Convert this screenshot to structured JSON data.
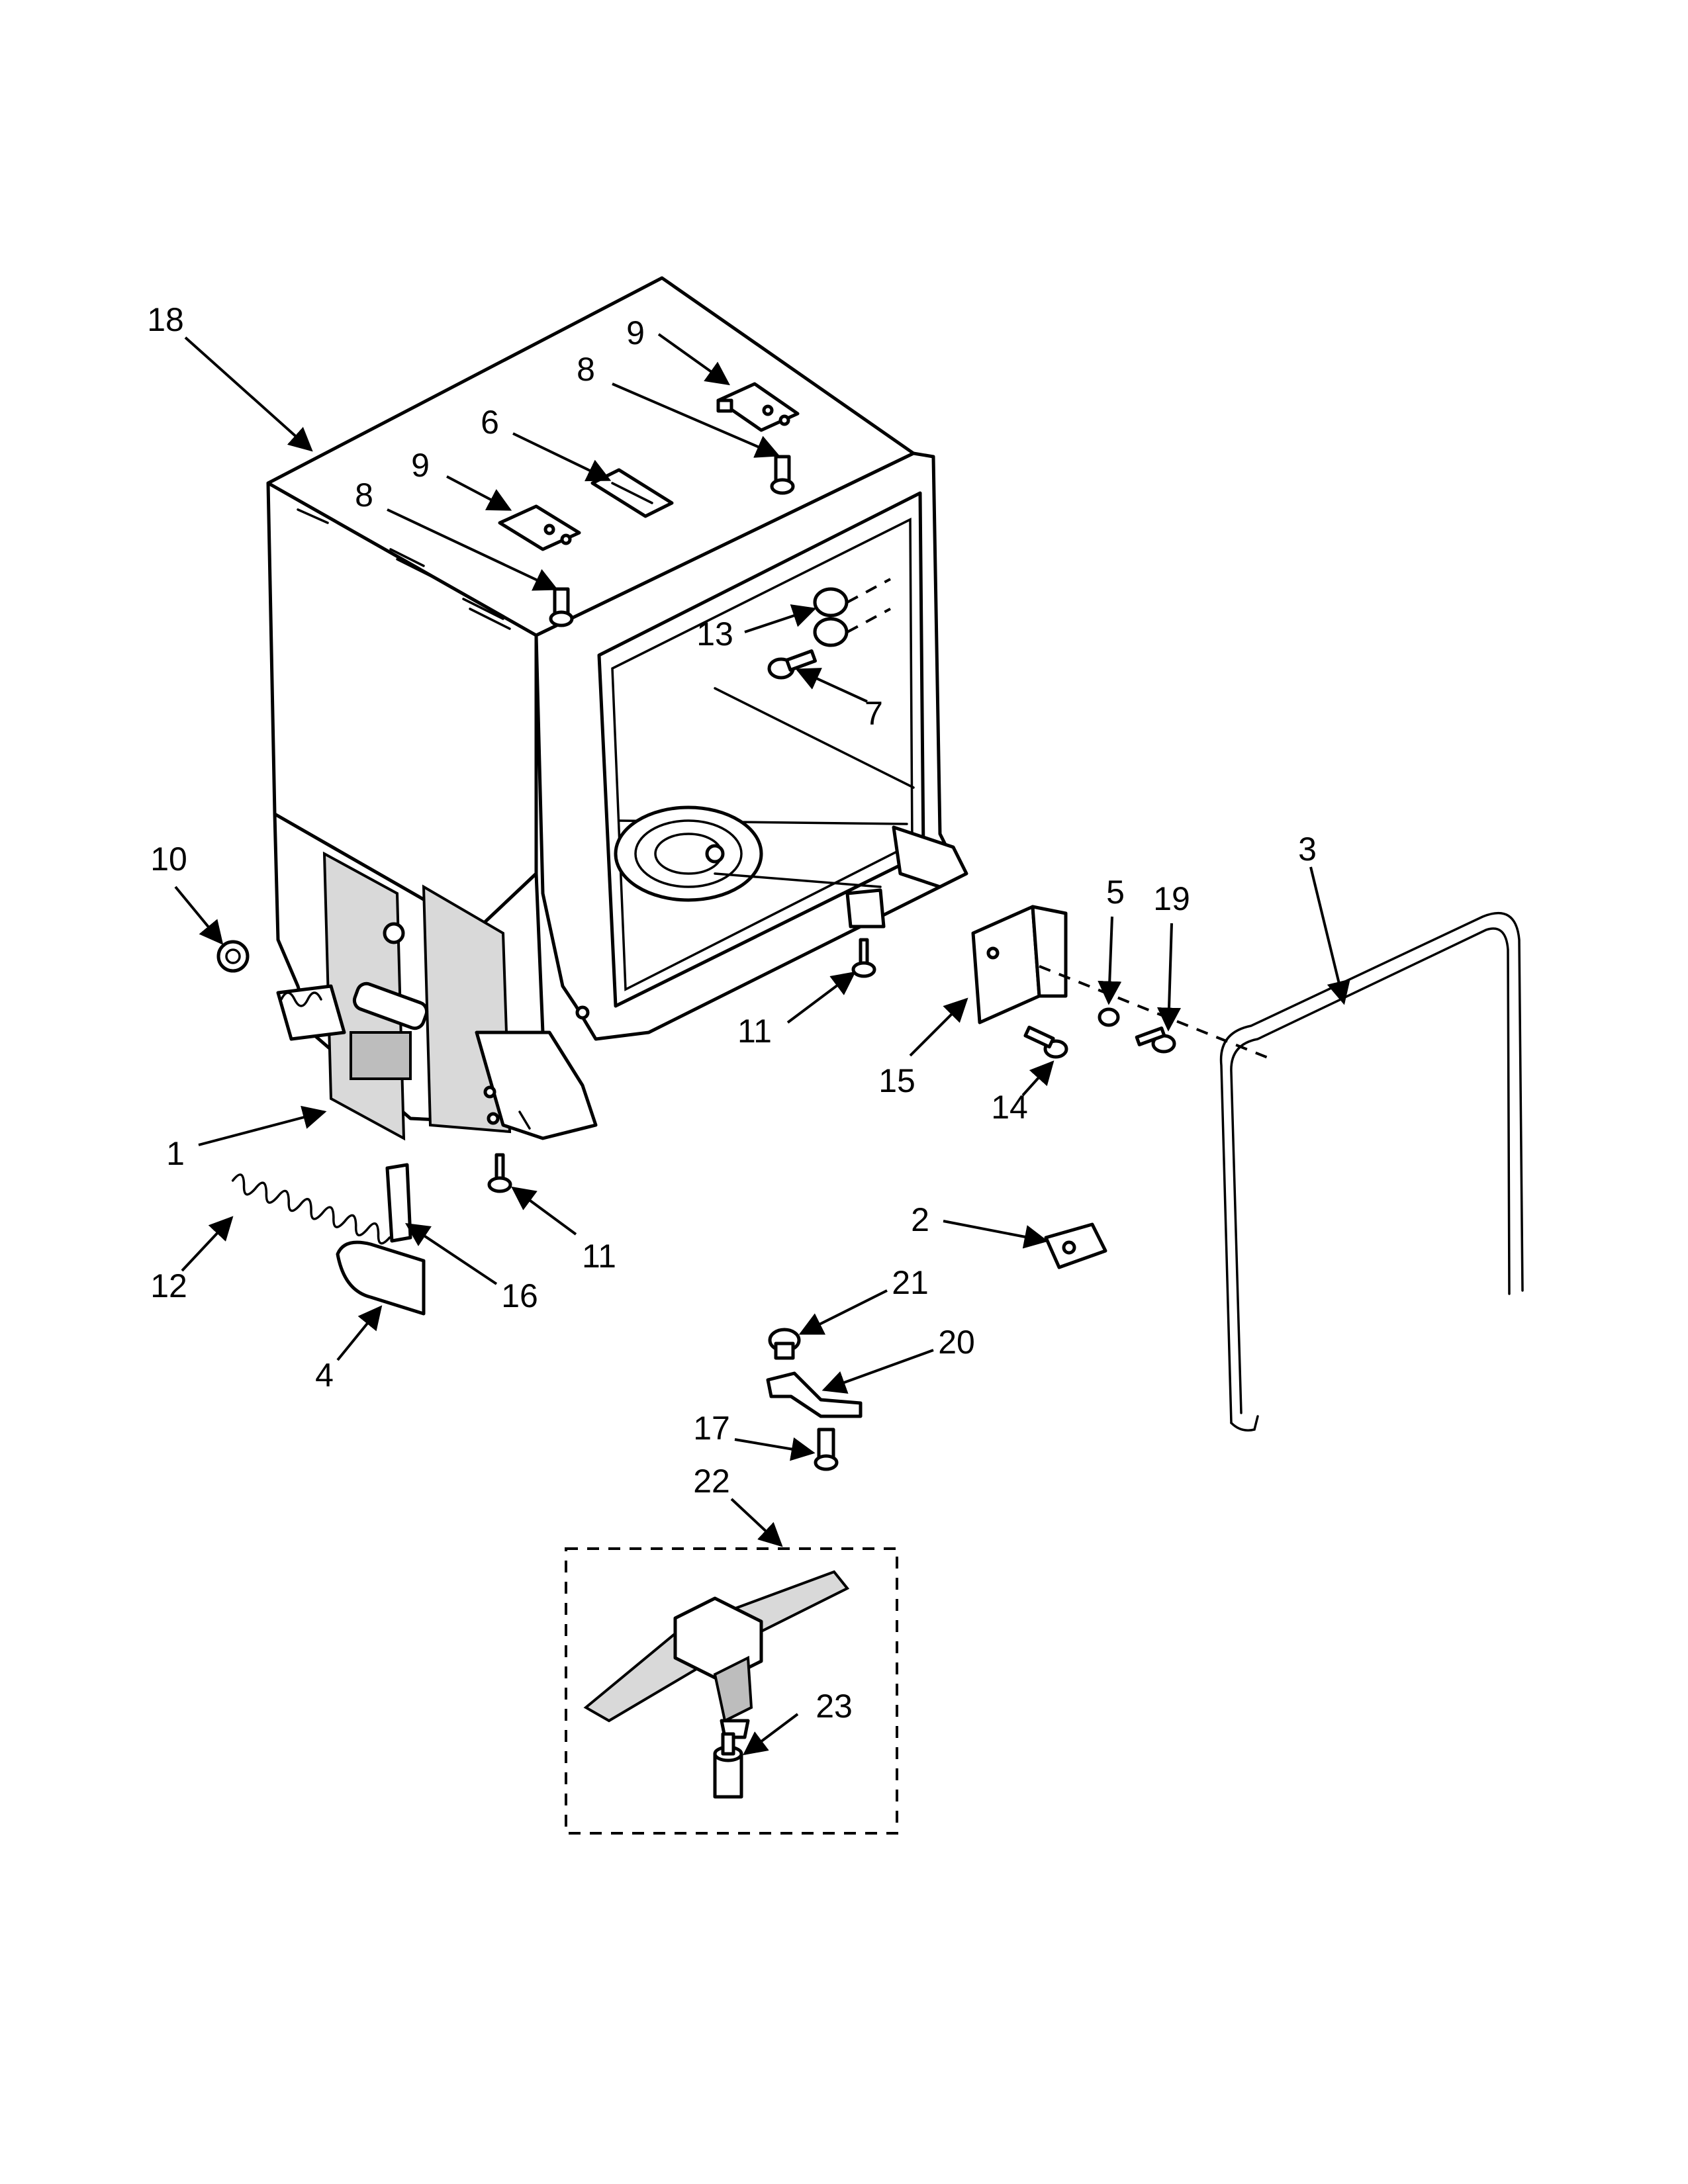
{
  "callouts": [
    {
      "id": "c18",
      "text": "18"
    },
    {
      "id": "c9a",
      "text": "9"
    },
    {
      "id": "c8a",
      "text": "8"
    },
    {
      "id": "c6",
      "text": "6"
    },
    {
      "id": "c9b",
      "text": "9"
    },
    {
      "id": "c8b",
      "text": "8"
    },
    {
      "id": "c13",
      "text": "13"
    },
    {
      "id": "c7",
      "text": "7"
    },
    {
      "id": "c10",
      "text": "10"
    },
    {
      "id": "c5",
      "text": "5"
    },
    {
      "id": "c19",
      "text": "19"
    },
    {
      "id": "c3",
      "text": "3"
    },
    {
      "id": "c11a",
      "text": "11"
    },
    {
      "id": "c15",
      "text": "15"
    },
    {
      "id": "c14",
      "text": "14"
    },
    {
      "id": "c1",
      "text": "1"
    },
    {
      "id": "c11b",
      "text": "11"
    },
    {
      "id": "c12",
      "text": "12"
    },
    {
      "id": "c16",
      "text": "16"
    },
    {
      "id": "c4",
      "text": "4"
    },
    {
      "id": "c2",
      "text": "2"
    },
    {
      "id": "c21",
      "text": "21"
    },
    {
      "id": "c20",
      "text": "20"
    },
    {
      "id": "c17",
      "text": "17"
    },
    {
      "id": "c22",
      "text": "22"
    },
    {
      "id": "c23",
      "text": "23"
    }
  ],
  "colors": {
    "line": "#000000",
    "background": "#ffffff",
    "shading": "#d9d9d9"
  }
}
